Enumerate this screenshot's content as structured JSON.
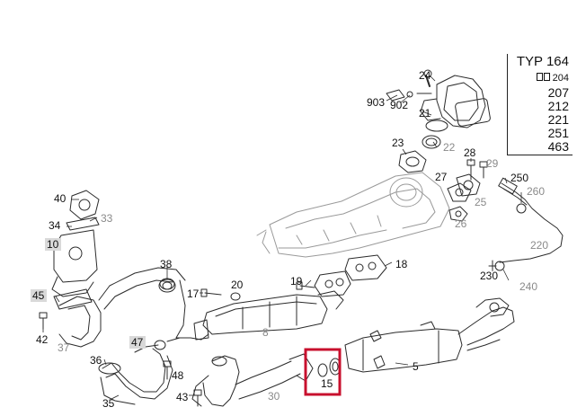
{
  "typ_box": {
    "title": "TYP 164",
    "sub": "204",
    "variants": [
      "207",
      "212",
      "221",
      "251",
      "463"
    ]
  },
  "callouts": [
    {
      "id": "c24",
      "label": "24",
      "kind": "black"
    },
    {
      "id": "c903",
      "label": "903",
      "kind": "black"
    },
    {
      "id": "c902",
      "label": "902",
      "kind": "black"
    },
    {
      "id": "c21",
      "label": "21",
      "kind": "black"
    },
    {
      "id": "c22",
      "label": "22",
      "kind": "gray"
    },
    {
      "id": "c23",
      "label": "23",
      "kind": "black"
    },
    {
      "id": "c28",
      "label": "28",
      "kind": "black"
    },
    {
      "id": "c29",
      "label": "29",
      "kind": "gray"
    },
    {
      "id": "c250",
      "label": "250",
      "kind": "black"
    },
    {
      "id": "c260",
      "label": "260",
      "kind": "gray"
    },
    {
      "id": "c27",
      "label": "27",
      "kind": "black"
    },
    {
      "id": "c25",
      "label": "25",
      "kind": "gray"
    },
    {
      "id": "c26",
      "label": "26",
      "kind": "gray"
    },
    {
      "id": "c40",
      "label": "40",
      "kind": "black"
    },
    {
      "id": "c33",
      "label": "33",
      "kind": "gray"
    },
    {
      "id": "c34",
      "label": "34",
      "kind": "black"
    },
    {
      "id": "c10",
      "label": "10",
      "kind": "grayfill"
    },
    {
      "id": "c220",
      "label": "220",
      "kind": "gray"
    },
    {
      "id": "c38",
      "label": "38",
      "kind": "black"
    },
    {
      "id": "c18",
      "label": "18",
      "kind": "black"
    },
    {
      "id": "c230",
      "label": "230",
      "kind": "black"
    },
    {
      "id": "c240",
      "label": "240",
      "kind": "gray"
    },
    {
      "id": "c20",
      "label": "20",
      "kind": "black"
    },
    {
      "id": "c19",
      "label": "19",
      "kind": "black"
    },
    {
      "id": "c17",
      "label": "17",
      "kind": "black"
    },
    {
      "id": "c45",
      "label": "45",
      "kind": "grayfill"
    },
    {
      "id": "c8",
      "label": "8",
      "kind": "gray"
    },
    {
      "id": "c42",
      "label": "42",
      "kind": "black"
    },
    {
      "id": "c37",
      "label": "37",
      "kind": "gray"
    },
    {
      "id": "c47",
      "label": "47",
      "kind": "grayfill"
    },
    {
      "id": "c36",
      "label": "36",
      "kind": "black"
    },
    {
      "id": "c48",
      "label": "48",
      "kind": "black"
    },
    {
      "id": "c5",
      "label": "5",
      "kind": "black"
    },
    {
      "id": "c15",
      "label": "15",
      "kind": "black"
    },
    {
      "id": "c30",
      "label": "30",
      "kind": "gray"
    },
    {
      "id": "c43",
      "label": "43",
      "kind": "black"
    },
    {
      "id": "c35",
      "label": "35",
      "kind": "black"
    }
  ],
  "highlight": {
    "label": "15",
    "color": "#c8102e"
  },
  "colors": {
    "line": "#2b2b2b",
    "light": "#9a9a9a",
    "gray_label": "#8a8a8a",
    "gray_fill": "#d9d9d9"
  }
}
